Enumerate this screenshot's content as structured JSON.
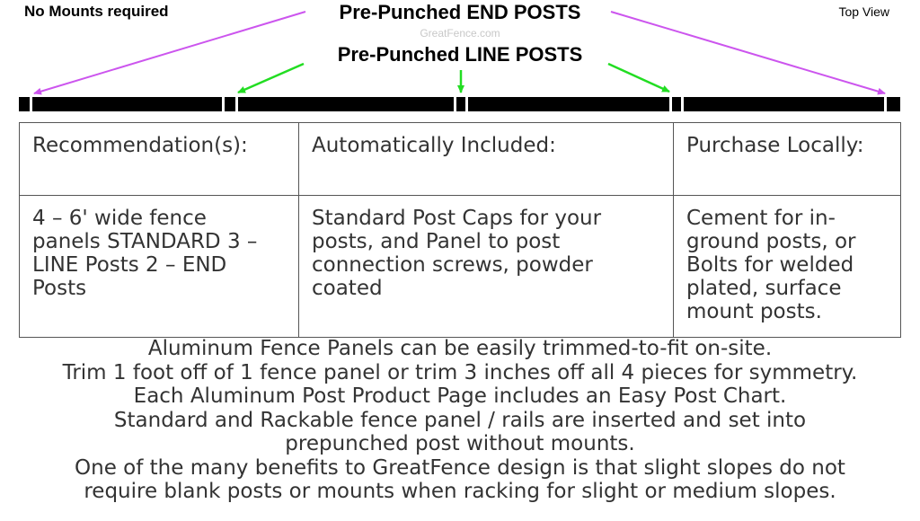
{
  "header": {
    "left_note": "No Mounts required",
    "view_label": "Top View",
    "end_posts_title": "Pre-Punched END POSTS",
    "watermark": "GreatFence.com",
    "line_posts_title": "Pre-Punched LINE POSTS"
  },
  "colors": {
    "end_posts_arrow": "#cc55ee",
    "line_posts_arrow": "#22dd22",
    "fence": "#000000"
  },
  "table": {
    "headers": [
      "Recommendation(s):",
      "Automatically Included:",
      "Purchase Locally:"
    ],
    "cells": [
      "4 – 6' wide fence panels STANDARD 3 – LINE Posts 2 – END Posts",
      "Standard Post Caps for your posts, and Panel to post connection screws, powder coated",
      "Cement for in-ground posts, or Bolts for welded plated, surface mount posts."
    ]
  },
  "notes": [
    "Aluminum Fence Panels can be easily trimmed-to-fit on-site.",
    "Trim 1 foot off of 1 fence panel or trim 3 inches off all 4 pieces for symmetry.",
    "Each Aluminum Post Product Page includes an Easy Post Chart.",
    "Standard and Rackable fence panel / rails are inserted and set into",
    "prepunched post without mounts.",
    "One of the many benefits to GreatFence design is that slight slopes do not",
    "require blank posts or mounts when racking for slight or medium slopes."
  ]
}
